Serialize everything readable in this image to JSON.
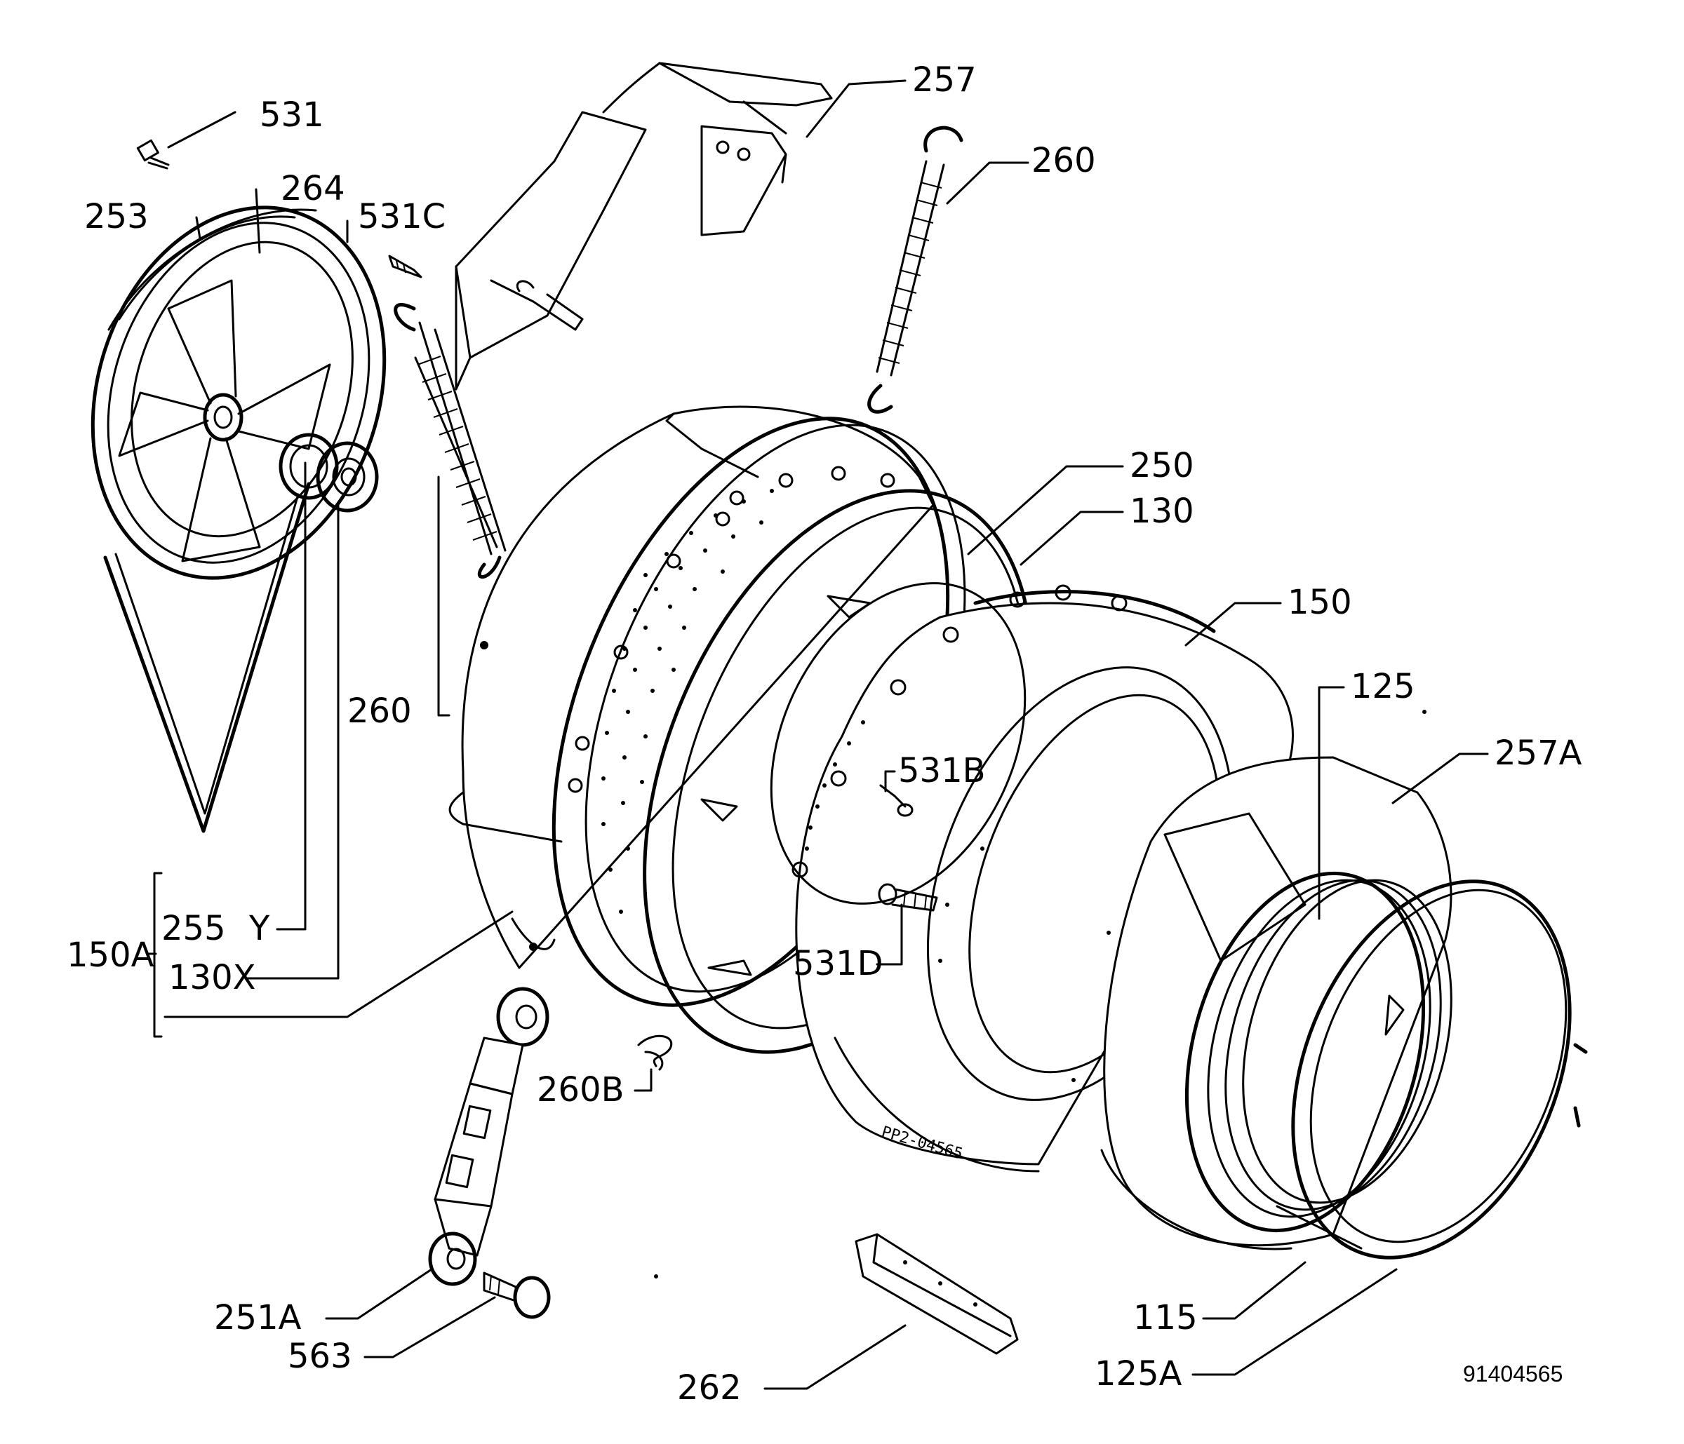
{
  "diagram": {
    "labels": {
      "l531": "531",
      "l264": "264",
      "l253": "253",
      "l531c": "531C",
      "l257": "257",
      "l260top": "260",
      "l260left": "260",
      "l250": "250",
      "l130": "130",
      "l150": "150",
      "l125": "125",
      "l257a": "257A",
      "l531b": "531B",
      "l531d": "531D",
      "l255": "255",
      "lY": "Y",
      "l150a": "150A",
      "l130x": "130X",
      "l260b": "260B",
      "l251a": "251A",
      "l563": "563",
      "l262": "262",
      "l115": "115",
      "l125a": "125A"
    },
    "drawing_code": "91404565",
    "tub_stamp": "PP2-04565",
    "colors": {
      "line": "#000000",
      "background": "#ffffff"
    }
  }
}
